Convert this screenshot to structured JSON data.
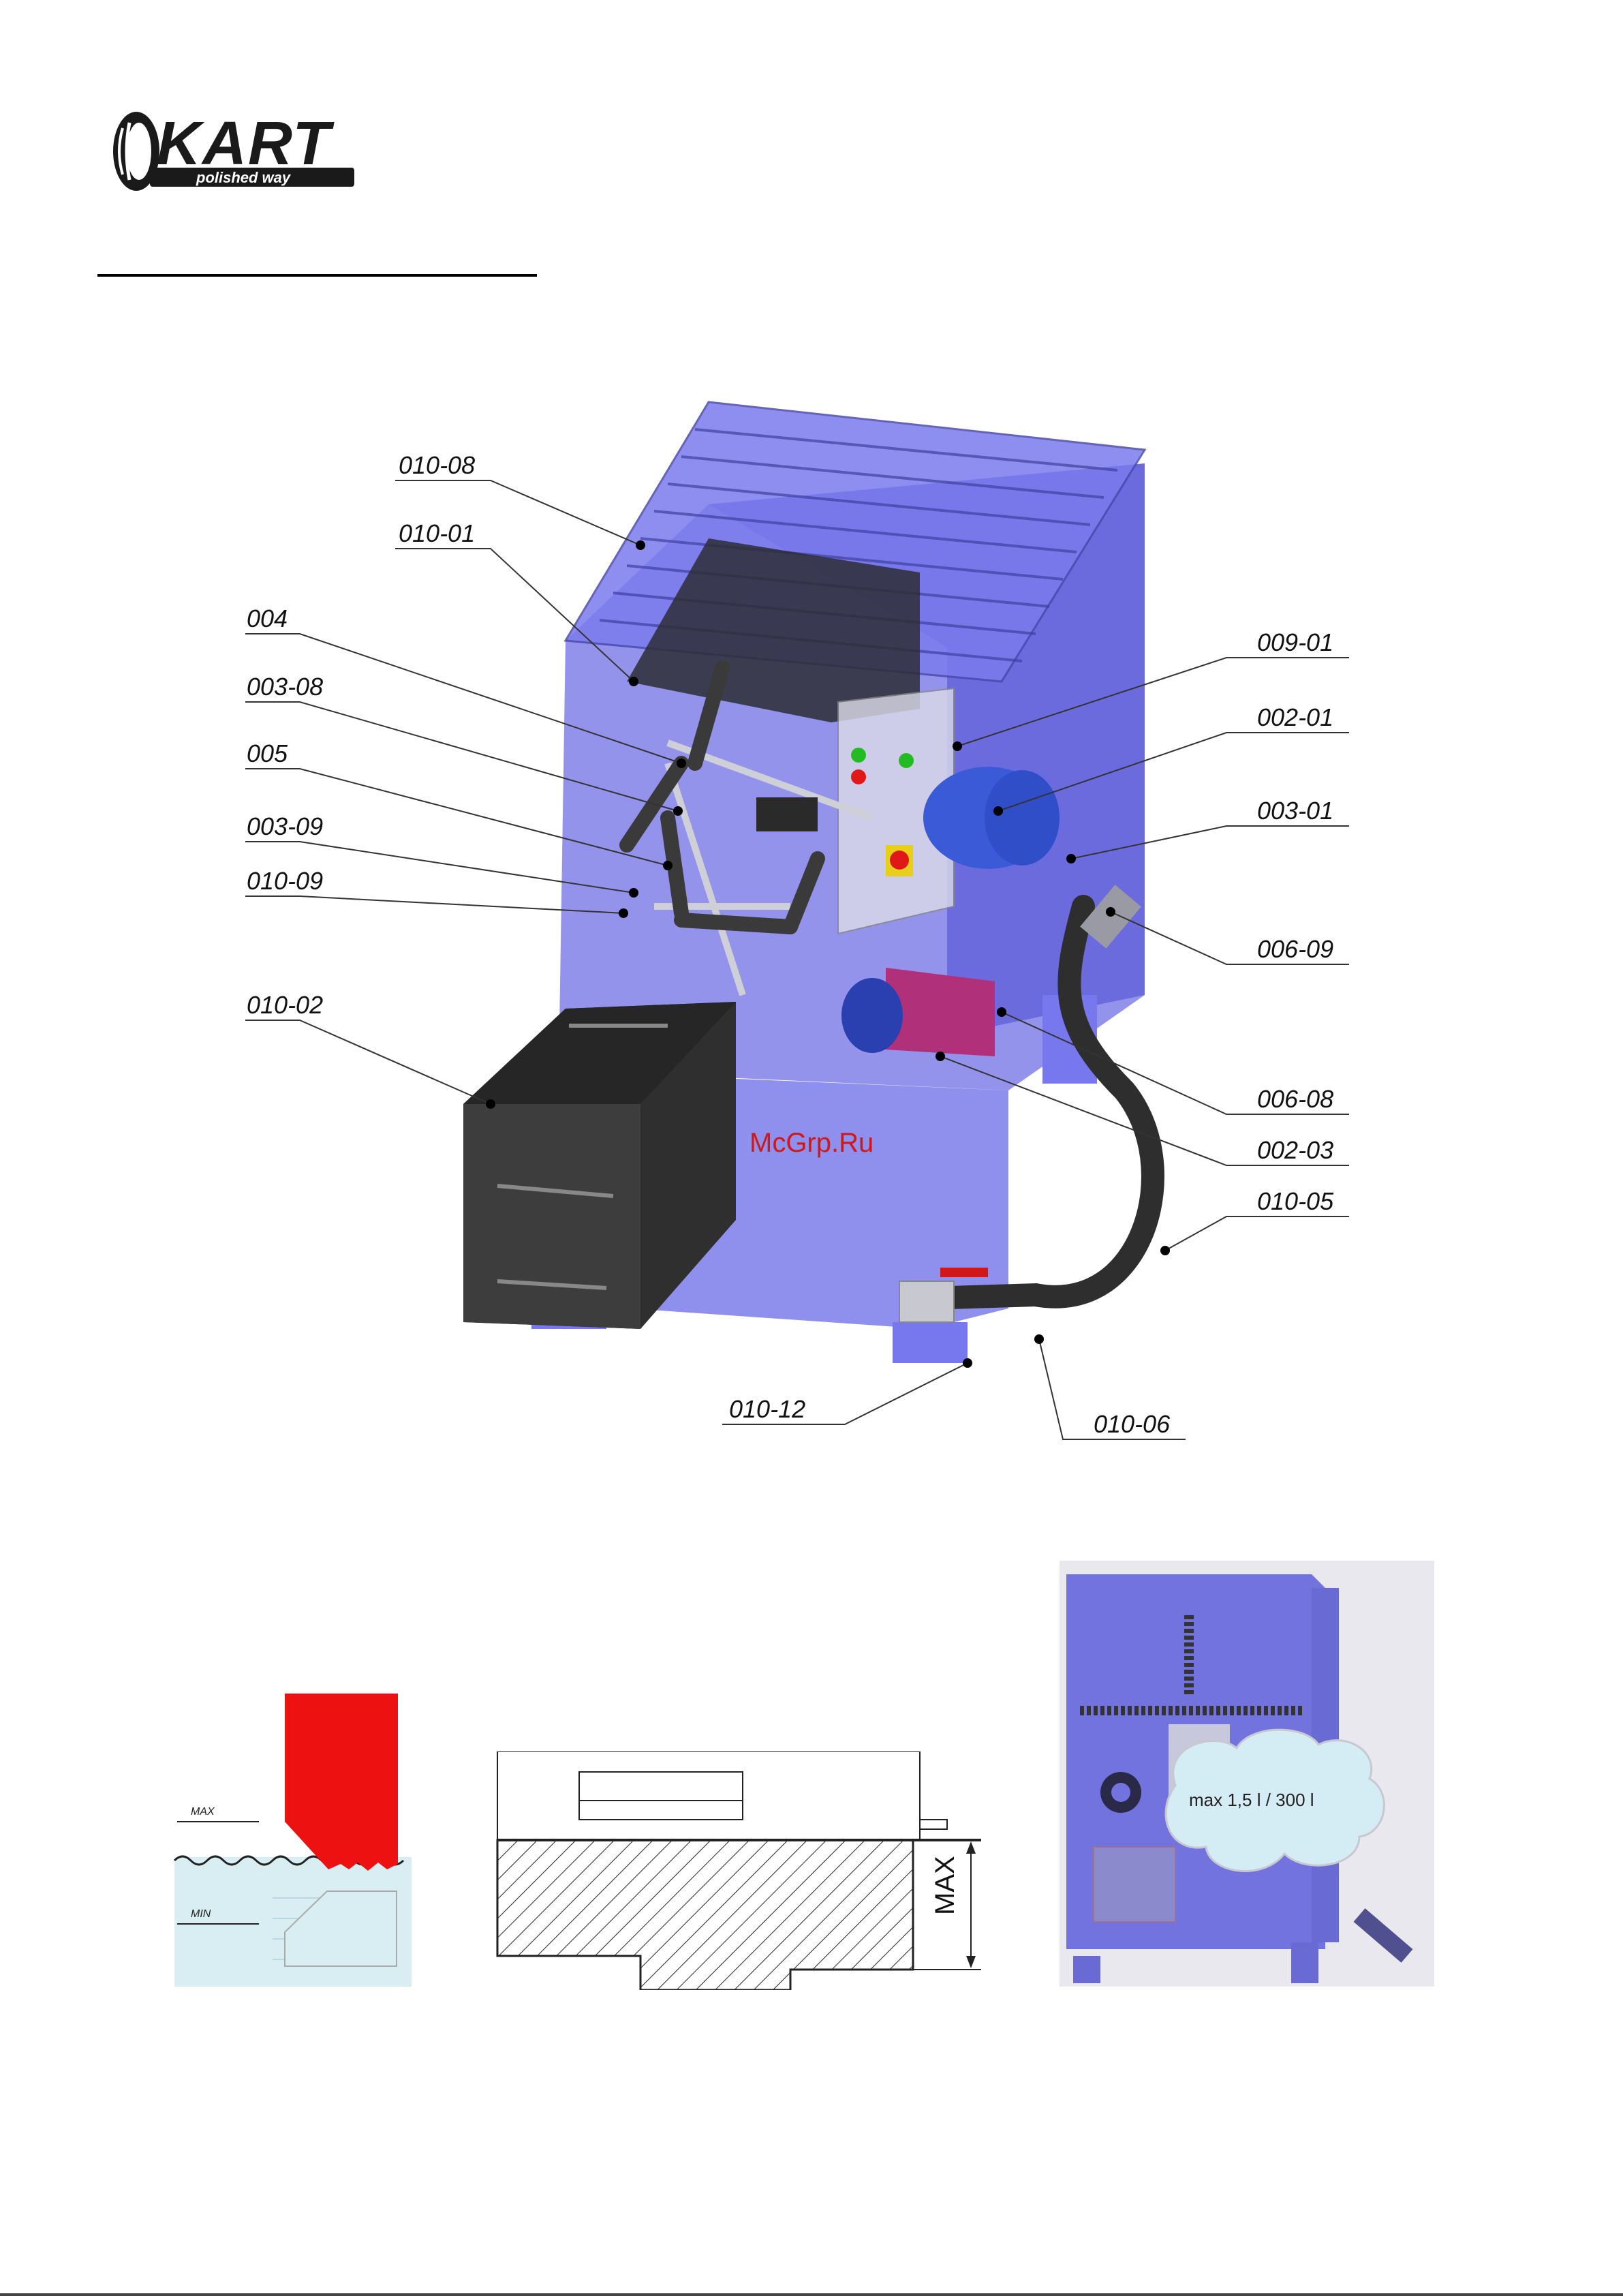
{
  "logo": {
    "brand": "KART",
    "tagline": "polished way"
  },
  "callouts": {
    "c1": "010-08",
    "c2": "010-01",
    "c3": "004",
    "c4": "003-08",
    "c5": "005",
    "c6": "003-09",
    "c7": "010-09",
    "c8": "010-02",
    "c9": "009-01",
    "c10": "002-01",
    "c11": "003-01",
    "c12": "006-09",
    "c13": "006-08",
    "c14": "002-03",
    "c15": "010-05",
    "c16": "010-12",
    "c17": "010-06"
  },
  "watermark": "McGrp.Ru",
  "level_figure": {
    "max_label": "MAX",
    "min_label": "MIN"
  },
  "tank_figure": {
    "dimension_label": "MAX"
  },
  "photo_figure": {
    "bubble_text": "max 1,5 l / 300 l"
  },
  "colors": {
    "machine_blue": "#6f6fe6",
    "machine_dark": "#3a3a9a",
    "red_part": "#ee1111",
    "water": "#d8eef2"
  }
}
